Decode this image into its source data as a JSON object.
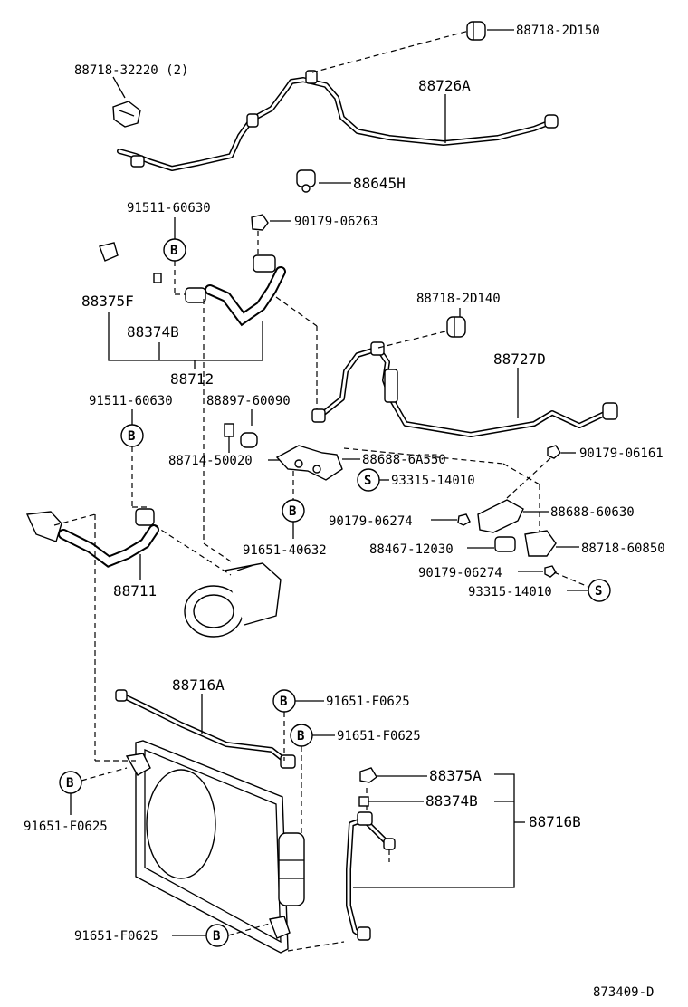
{
  "labels": {
    "l_88718_2d150": "88718-2D150",
    "l_88718_32220": "88718-32220 (2)",
    "l_88726a": "88726A",
    "l_88645h": "88645H",
    "l_91511_60630_top": "91511-60630",
    "l_90179_06263": "90179-06263",
    "l_88375f": "88375F",
    "l_88374b_top": "88374B",
    "l_88712": "88712",
    "l_88718_2d140": "88718-2D140",
    "l_88727d": "88727D",
    "l_91511_60630_mid": "91511-60630",
    "l_88897_60090": "88897-60090",
    "l_88714_50020": "88714-50020",
    "l_88688_6a550": "88688-6A550",
    "l_93315_14010_a": "93315-14010",
    "l_90179_06161": "90179-06161",
    "l_90179_06274_a": "90179-06274",
    "l_88688_60630": "88688-60630",
    "l_88467_12030": "88467-12030",
    "l_88718_60850": "88718-60850",
    "l_91651_40632": "91651-40632",
    "l_88711": "88711",
    "l_90179_06274_b": "90179-06274",
    "l_93315_14010_b": "93315-14010",
    "l_88716a": "88716A",
    "l_91651_f0625_a": "91651-F0625",
    "l_91651_f0625_b": "91651-F0625",
    "l_91651_f0625_c": "91651-F0625",
    "l_88375a": "88375A",
    "l_88374b_bot": "88374B",
    "l_88716b": "88716B",
    "l_91651_f0625_d": "91651-F0625",
    "l_873409_d": "873409-D"
  },
  "symbols": {
    "bolt": "B",
    "seal": "S"
  }
}
